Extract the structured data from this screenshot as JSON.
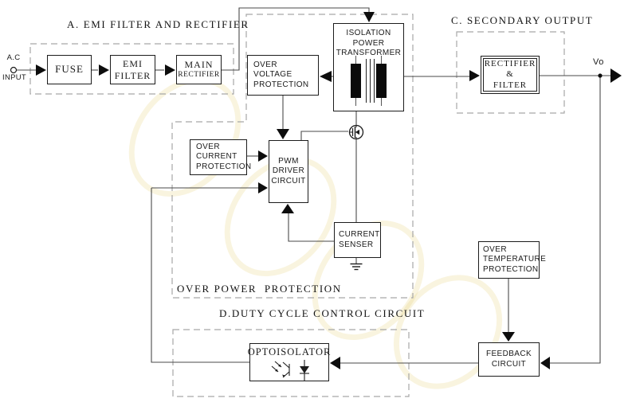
{
  "sections": {
    "a": {
      "title": "A. EMI FILTER AND RECTIFIER"
    },
    "c": {
      "title": "C. SECONDARY OUTPUT"
    },
    "over_power": {
      "title": "OVER POWER  PROTECTION"
    },
    "d": {
      "title": "D.DUTY CYCLE CONTROL CIRCUIT"
    }
  },
  "terminals": {
    "ac_input": {
      "top": "A.C",
      "bottom": "INPUT"
    },
    "output": {
      "label": "Vo"
    }
  },
  "blocks": {
    "fuse": {
      "label": "FUSE"
    },
    "emi_filter": {
      "lines": [
        "EMI",
        "FILTER"
      ]
    },
    "main_rectifier": {
      "lines": [
        "MAIN",
        "RECTIFIER"
      ]
    },
    "isolation_power_transformer": {
      "lines": [
        "ISOLATION",
        "POWER",
        "TRANSFORMER"
      ]
    },
    "over_voltage_protection": {
      "lines": [
        "OVER",
        "VOLTAGE",
        "PROTECTION"
      ]
    },
    "over_current_protection": {
      "lines": [
        "OVER",
        "CURRENT",
        "PROTECTION"
      ]
    },
    "pwm_driver_circuit": {
      "lines": [
        "PWM",
        "DRIVER",
        "CIRCUIT"
      ]
    },
    "current_senser": {
      "lines": [
        "CURRENT",
        "SENSER"
      ]
    },
    "rectifier_filter": {
      "lines": [
        "RECTIFIER",
        "&",
        "FILTER"
      ]
    },
    "over_temperature_protection": {
      "lines": [
        "OVER",
        "TEMPERATURE",
        "PROTECTION"
      ]
    },
    "feedback_circuit": {
      "lines": [
        "FEEDBACK",
        "CIRCUIT"
      ]
    },
    "optoisolator": {
      "label": "OPTOISOLATOR"
    }
  },
  "icons": {
    "transformer-windings-icon": "two solid bars with core lines",
    "mosfet-icon": "circled MOSFET symbol",
    "ground-icon": "three-bar earth ground",
    "optocoupler-icon": "LED + phototransistor",
    "ac-terminal-icon": "open circle terminal",
    "junction-dot-icon": "filled node dot",
    "arrow-icon": "solid triangular flow arrow"
  },
  "colors": {
    "background": "#ffffff",
    "line": "#3c3c3c",
    "block_border": "#1c1c1c",
    "arrow": "#111111",
    "dashed_box": "#a6a6a6",
    "watermark": "#e2cc6e"
  }
}
